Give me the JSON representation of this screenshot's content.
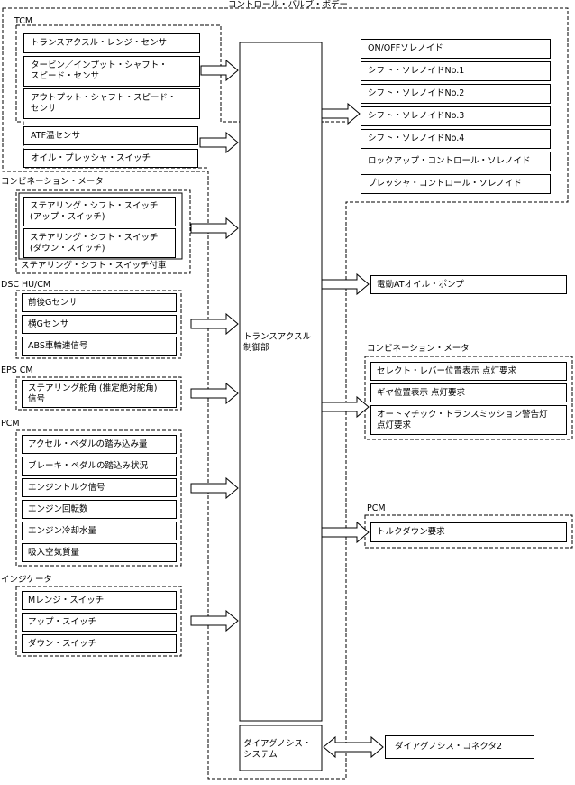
{
  "header": "コントロール・バルブ・ボデー",
  "inputs": {
    "tcm": {
      "label": "TCM",
      "items": [
        "トランスアクスル・レンジ・センサ",
        "タービン／インプット・シャフト・\nスピード・センサ",
        "アウトプット・シャフト・スピード・\nセンサ",
        "ATF温センサ",
        "オイル・プレッシャ・スイッチ"
      ]
    },
    "combination_meter": {
      "label": "コンビネーション・メータ",
      "items": [
        "ステアリング・シフト・スイッチ\n(アップ・スイッチ)",
        "ステアリング・シフト・スイッチ\n(ダウン・スイッチ)"
      ],
      "group_label": "ステアリング・シフト・スイッチ付車"
    },
    "dsc": {
      "label": "DSC HU/CM",
      "items": [
        "前後Gセンサ",
        "横Gセンサ",
        "ABS車輪速信号"
      ]
    },
    "eps": {
      "label": "EPS CM",
      "items": [
        "ステアリング舵角 (推定絶対舵角)\n信号"
      ]
    },
    "pcm": {
      "label": "PCM",
      "items": [
        "アクセル・ペダルの踏み込み量",
        "ブレーキ・ペダルの踏込み状況",
        "エンジントルク信号",
        "エンジン回転数",
        "エンジン冷却水量",
        "吸入空気質量"
      ]
    },
    "indicator": {
      "label": "インジケータ",
      "items": [
        "Mレンジ・スイッチ",
        "アップ・スイッチ",
        "ダウン・スイッチ"
      ]
    }
  },
  "controller": {
    "label": "トランスアクスル\n制御部",
    "diagnosis": "ダイアグノシス・\nシステム"
  },
  "outputs": {
    "solenoids": [
      "ON/OFFソレノイド",
      "シフト・ソレノイドNo.1",
      "シフト・ソレノイドNo.2",
      "シフト・ソレノイドNo.3",
      "シフト・ソレノイドNo.4",
      "ロックアップ・コントロール・ソレノイド",
      "プレッシャ・コントロール・ソレノイド"
    ],
    "pump": "電動ATオイル・ポンプ",
    "combination_meter": {
      "label": "コンビネーション・メータ",
      "items": [
        "セレクト・レバー位置表示 点灯要求",
        "ギヤ位置表示 点灯要求",
        "オートマチック・トランスミッション警告灯\n点灯要求"
      ]
    },
    "pcm": {
      "label": "PCM",
      "items": [
        "トルクダウン要求"
      ]
    },
    "connector": "ダイアグノシス・コネクタ2"
  }
}
